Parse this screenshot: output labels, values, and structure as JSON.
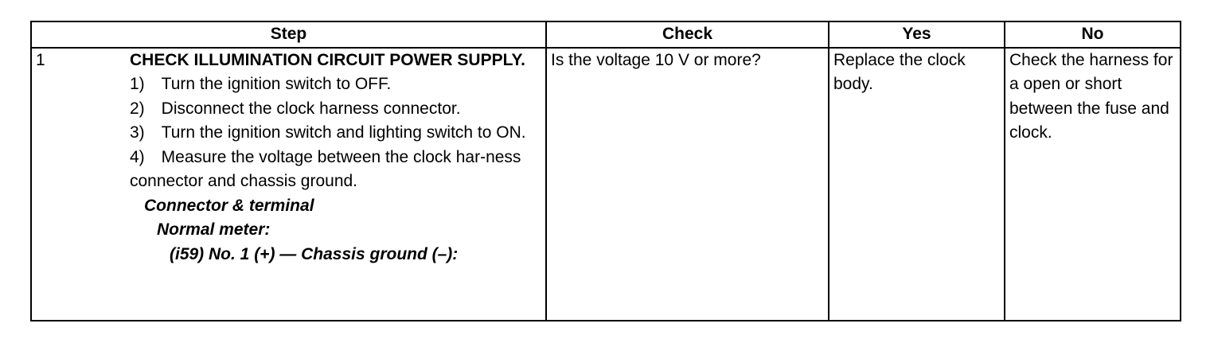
{
  "table": {
    "headers": {
      "step": "Step",
      "check": "Check",
      "yes": "Yes",
      "no": "No"
    },
    "rows": [
      {
        "number": "1",
        "title": "CHECK ILLUMINATION CIRCUIT POWER SUPPLY.",
        "instructions": [
          "1) Turn the ignition switch to OFF.",
          "2) Disconnect the clock harness connector.",
          "3) Turn the ignition switch and lighting switch to ON.",
          "4) Measure the voltage between the clock har-ness connector and chassis ground."
        ],
        "spec": {
          "connector_label": "Connector & terminal",
          "meter_label": "Normal meter:",
          "terminal": "(i59) No. 1 (+) — Chassis ground (–):"
        },
        "check": "Is the voltage 10 V or more?",
        "yes": "Replace the clock body.",
        "no": "Check the harness for a open or short between the fuse and clock."
      }
    ]
  }
}
